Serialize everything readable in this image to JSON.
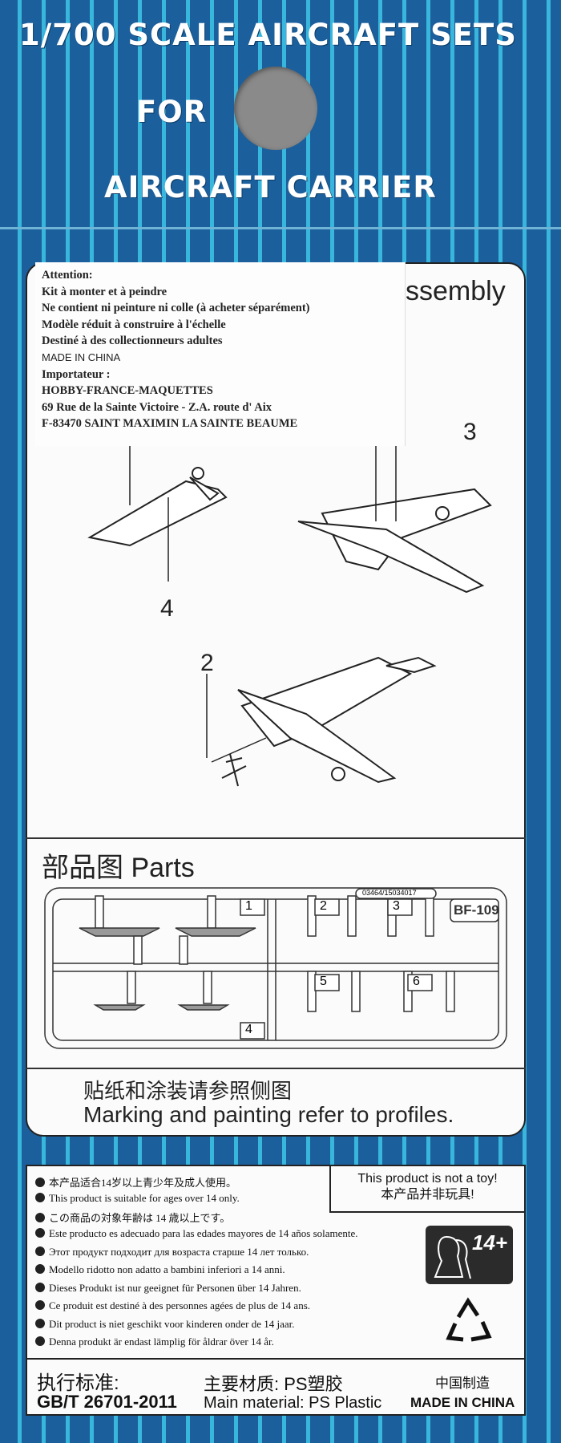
{
  "header": {
    "line1": "1/700 SCALE AIRCRAFT SETS",
    "line2": "FOR",
    "line3": "AIRCRAFT CARRIER"
  },
  "sticker": {
    "lines": [
      "Attention:",
      "Kit à monter et à peindre",
      "Ne contient ni peinture ni colle (à acheter séparément)",
      "Modèle réduit à construire à l'échelle",
      "Destiné à des collectionneurs adultes",
      "MADE IN CHINA",
      "Importateur :",
      "HOBBY-FRANCE-MAQUETTES",
      "69 Rue de la Sainte Victoire - Z.A. route d' Aix",
      "F-83470 SAINT MAXIMIN LA SAINTE BEAUME"
    ]
  },
  "assembly": {
    "title": "ssembly",
    "callouts": [
      "3",
      "4",
      "2"
    ]
  },
  "parts": {
    "title": "部品图 Parts",
    "code": "03464/15034017",
    "model": "BF-109",
    "numbers": [
      "1",
      "2",
      "3",
      "4",
      "5",
      "6"
    ]
  },
  "marking": {
    "cn": "贴纸和涂装请参照侧图",
    "en": "Marking and painting refer to profiles."
  },
  "warning": {
    "en": "This product is not a toy!",
    "cn": "本产品并非玩具!",
    "age_badge": "14+",
    "ages": [
      "本产品适合14岁以上青少年及成人使用。",
      "This product is suitable for ages over 14 only.",
      "この商品の対象年齢は 14 歳以上です。",
      "Este producto es adecuado para las edades mayores de 14 años solamente.",
      "Этот продукт подходит для возраста старше 14 лет только.",
      "Modello ridotto non adatto a bambini inferiori a 14 anni.",
      "Dieses Produkt  ist nur geeignet für Personen über 14 Jahren.",
      "Ce produit est destiné à des personnes agées de plus de 14 ans.",
      "Dit product is niet geschikt voor kinderen onder de 14 jaar.",
      "Denna produkt är endast lämplig för åldrar över 14 år."
    ]
  },
  "footer": {
    "std_label": "执行标准:",
    "std": "GB/T 26701-2011",
    "mat_cn": "主要材质: PS塑胶",
    "mat_en": "Main material: PS Plastic",
    "made_cn": "中国制造",
    "made_en": "MADE IN CHINA"
  }
}
